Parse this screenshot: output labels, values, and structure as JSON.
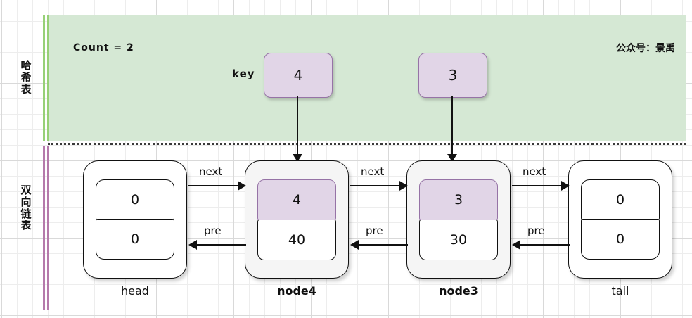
{
  "sections": {
    "hash_table_label": "哈希表",
    "linked_list_label": "双向链表"
  },
  "hash_table": {
    "count_text": "Count = 2",
    "watermark": "公众号：景禹",
    "key_label": "key",
    "key_boxes": [
      {
        "value": "4"
      },
      {
        "value": "3"
      }
    ]
  },
  "linked_list": {
    "nodes": [
      {
        "caption": "head",
        "top_cell": "0",
        "bottom_cell": "0"
      },
      {
        "caption": "node4",
        "top_cell": "4",
        "bottom_cell": "40"
      },
      {
        "caption": "node3",
        "top_cell": "3",
        "bottom_cell": "30"
      },
      {
        "caption": "tail",
        "top_cell": "0",
        "bottom_cell": "0"
      }
    ],
    "arrows": [
      {
        "next": "next",
        "pre": "pre"
      },
      {
        "next": "next",
        "pre": "pre"
      },
      {
        "next": "next",
        "pre": "pre"
      }
    ]
  },
  "colors": {
    "hash_band": "#d5e8d4",
    "hash_rail": "#97d077",
    "list_rail": "#b57aab",
    "key_fill": "#e1d5e7",
    "key_stroke": "#9673a6",
    "node_fill": "#f5f5f5",
    "stroke": "#111111"
  }
}
